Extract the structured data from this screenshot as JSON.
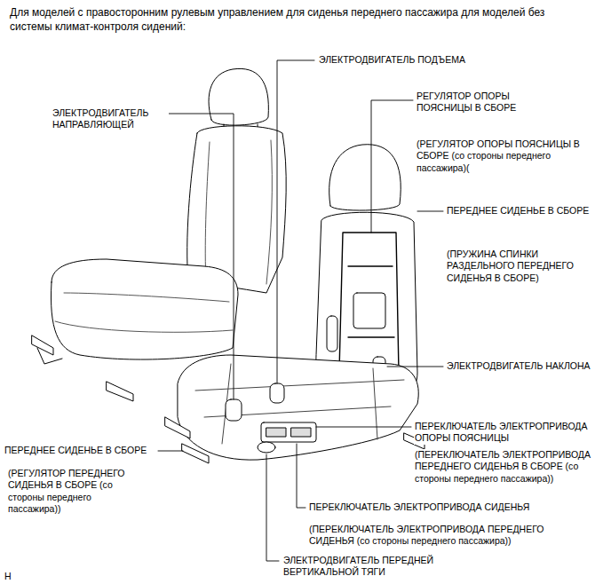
{
  "diagram": {
    "title": "Для моделей с правосторонним рулевым управлением для сиденья переднего пассажира для моделей без системы климат-контроля сидений:",
    "labels": [
      "ЭЛЕКТРОДВИГАТЕЛЬ ПОДЪЕМА",
      "ЭЛЕКТРОДВИГАТЕЛЬ НАПРАВЛЯЮЩЕЙ",
      "РЕГУЛЯТОР ОПОРЫ ПОЯСНИЦЫ В СБОРЕ",
      "(РЕГУЛЯТОР ОПОРЫ ПОЯСНИЦЫ В СБОРЕ (со стороны переднего пассажира)(",
      "ПЕРЕДНЕЕ СИДЕНЬЕ В СБОРЕ",
      "(ПРУЖИНА СПИНКИ РАЗДЕЛЬНОГО ПЕРЕДНЕГО СИДЕНЬЯ В СБОРЕ)",
      "ЭЛЕКТРОДВИГАТЕЛЬ НАКЛОНА",
      "ПЕРЕКЛЮЧАТЕЛЬ ЭЛЕКТРОПРИВОДА ОПОРЫ ПОЯСНИЦЫ",
      "(ПЕРЕКЛЮЧАТЕЛЬ ЭЛЕКТРОПРИВОДА ПЕРЕДНЕГО СИДЕНЬЯ В СБОРЕ (со стороны переднего пассажира))",
      "ПЕРЕДНЕЕ СИДЕНЬЕ В СБОРЕ",
      "(РЕГУЛЯТОР ПЕРЕДНЕГО СИДЕНЬЯ В СБОРЕ (со стороны переднего пассажира))",
      "ПЕРЕКЛЮЧАТЕЛЬ ЭЛЕКТРОПРИВОДА СИДЕНЬЯ",
      "(ПЕРЕКЛЮЧАТЕЛЬ ЭЛЕКТРОПРИВОДА ПЕРЕДНЕГО СИДЕНЬЯ (со стороны переднего пассажира))",
      "ЭЛЕКТРОДВИГАТЕЛЬ ПЕРЕДНЕЙ ВЕРТИКАЛЬНОЙ ТЯГИ",
      "H"
    ]
  }
}
